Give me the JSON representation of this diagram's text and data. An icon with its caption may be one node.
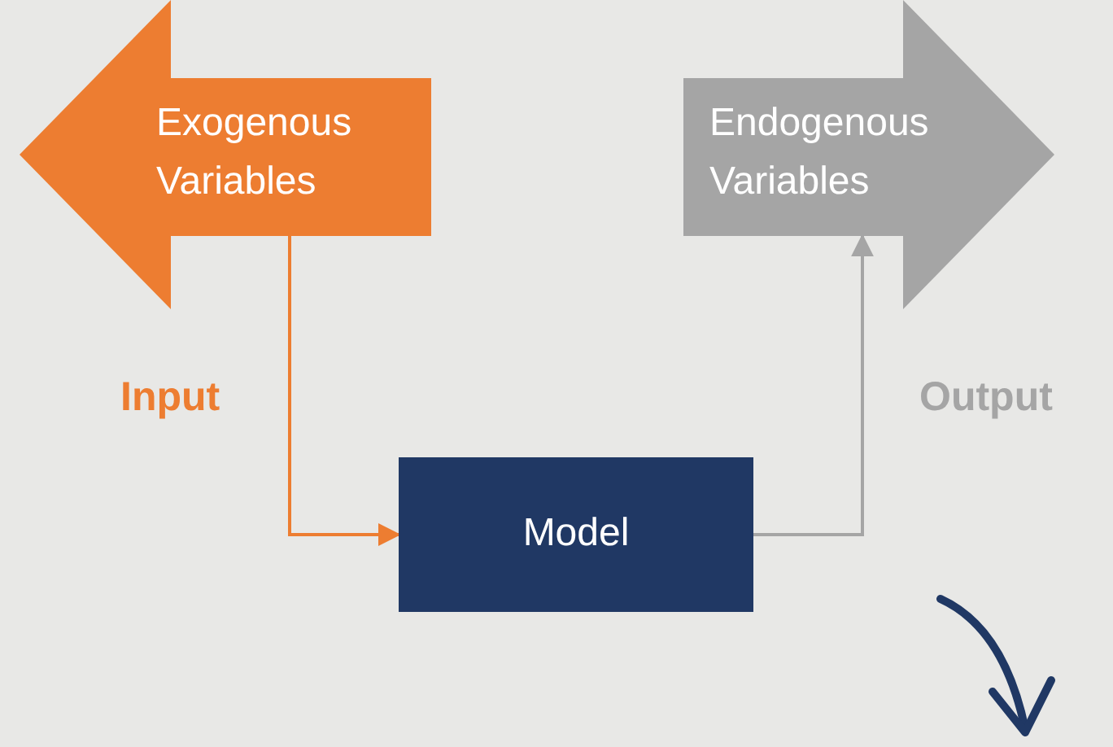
{
  "diagram": {
    "nodes": [
      {
        "text": [
          "Exogenous Variables"
        ]
      },
      {
        "text": [
          "Model"
        ]
      },
      {
        "text": [
          "Endogenous Variables"
        ]
      }
    ],
    "edges": [
      {
        "from": 0,
        "to": 1,
        "arrow": "to",
        "label": "Input",
        "color": "#ed7d31"
      },
      {
        "from": 1,
        "to": 2,
        "arrow": "to",
        "label": "Output",
        "color": "#a5a5a5"
      }
    ]
  }
}
